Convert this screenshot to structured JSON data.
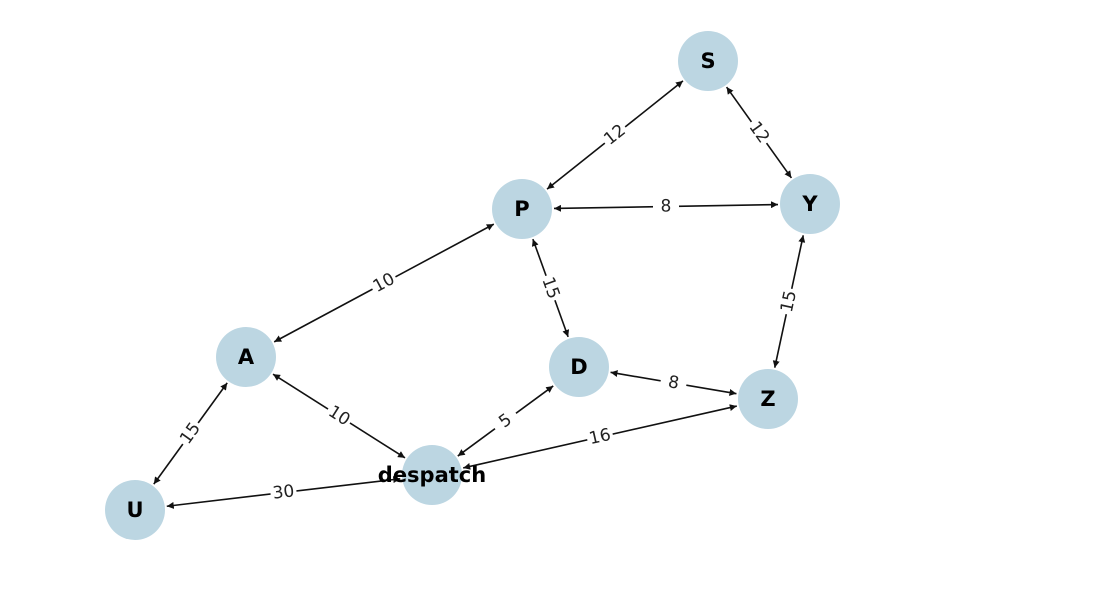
{
  "graph": {
    "node_color": "#bcd6e2",
    "edge_color": "#111111",
    "directed": true,
    "bidirectional_arrows": true,
    "nodes": [
      {
        "id": "S",
        "label": "S"
      },
      {
        "id": "P",
        "label": "P"
      },
      {
        "id": "Y",
        "label": "Y"
      },
      {
        "id": "A",
        "label": "A"
      },
      {
        "id": "D",
        "label": "D"
      },
      {
        "id": "Z",
        "label": "Z"
      },
      {
        "id": "U",
        "label": "U"
      },
      {
        "id": "despatch",
        "label": "despatch"
      }
    ],
    "edges": [
      {
        "from": "P",
        "to": "S",
        "weight": "12"
      },
      {
        "from": "S",
        "to": "Y",
        "weight": "12"
      },
      {
        "from": "P",
        "to": "Y",
        "weight": "8"
      },
      {
        "from": "A",
        "to": "P",
        "weight": "10"
      },
      {
        "from": "P",
        "to": "D",
        "weight": "15"
      },
      {
        "from": "Y",
        "to": "Z",
        "weight": "15"
      },
      {
        "from": "D",
        "to": "Z",
        "weight": "8"
      },
      {
        "from": "A",
        "to": "despatch",
        "weight": "10"
      },
      {
        "from": "despatch",
        "to": "D",
        "weight": "5"
      },
      {
        "from": "despatch",
        "to": "Z",
        "weight": "16"
      },
      {
        "from": "U",
        "to": "A",
        "weight": "15"
      },
      {
        "from": "despatch",
        "to": "U",
        "weight": "30"
      }
    ]
  }
}
